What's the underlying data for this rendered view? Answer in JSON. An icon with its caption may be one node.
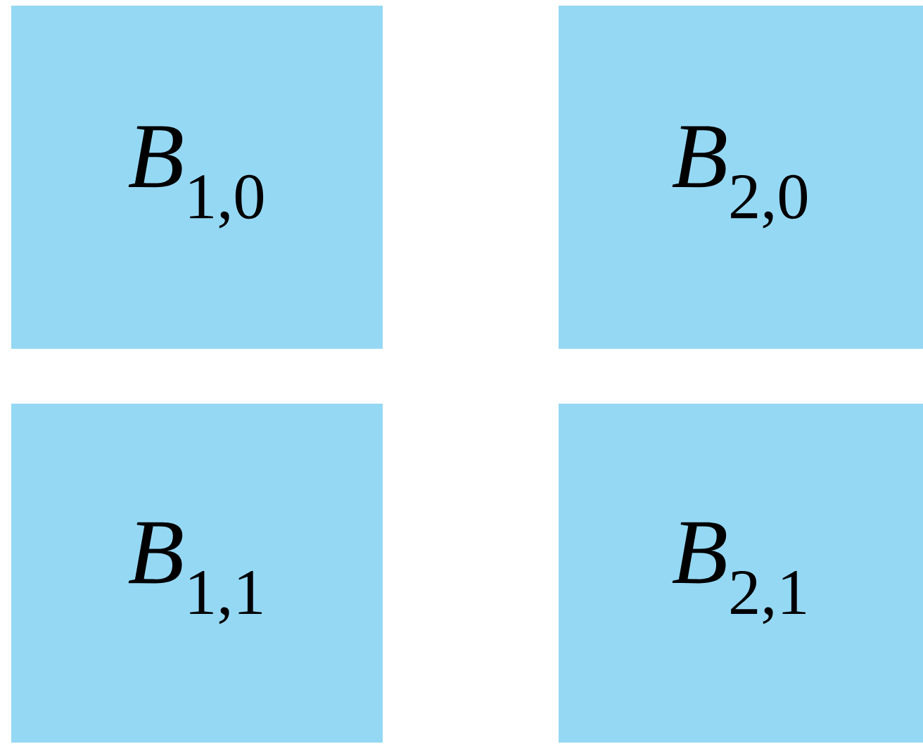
{
  "diagram": {
    "nodes": [
      {
        "text": [
          "*B*$_{1,0}$"
        ]
      },
      {
        "text": [
          "*B*$_{2,0}$"
        ]
      },
      {
        "text": [
          "*B*$_{1,1}$"
        ]
      },
      {
        "text": [
          "*B*$_{2,1}$"
        ]
      }
    ]
  }
}
